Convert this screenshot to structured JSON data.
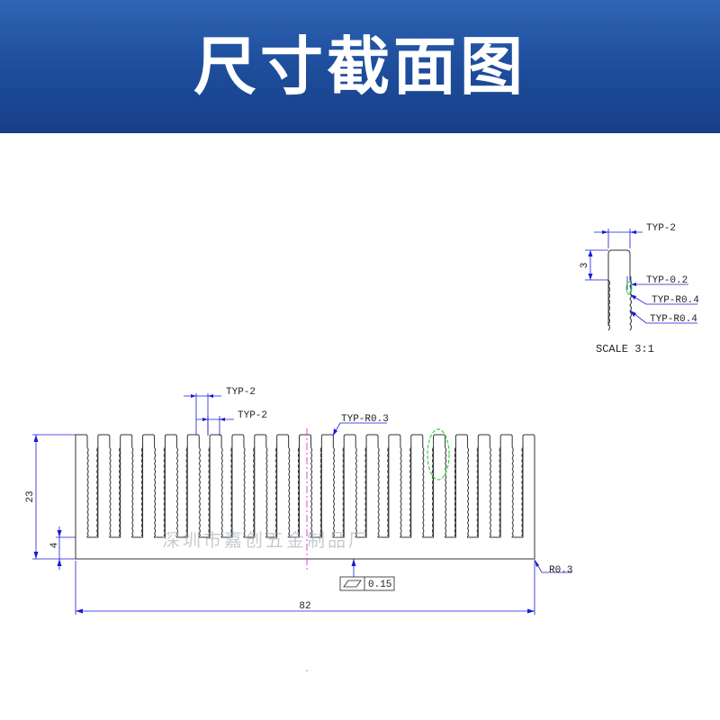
{
  "header": {
    "title": "尺寸截面图"
  },
  "main_profile": {
    "fin_count": 21,
    "labels": {
      "typ_fin_thickness": "TYP-2",
      "typ_fin_gap": "TYP-2",
      "typ_fin_tip_radius": "TYP-R0.3",
      "base_corner_radius": "R0.3",
      "overall_height": "23",
      "base_thickness": "4",
      "overall_width": "82",
      "flatness_tolerance": "0.15"
    }
  },
  "detail_view": {
    "labels": {
      "fin_width": "TYP-2",
      "tip_height": "3",
      "serration_depth": "TYP-0.2",
      "serration_radius_1": "TYP-R0.4",
      "serration_radius_2": "TYP-R0.4"
    },
    "scale": "SCALE 3:1"
  },
  "watermark": "深圳市嘉创五金制品厂",
  "colors": {
    "banner_top": "#2f66b4",
    "banner_bottom": "#163f87",
    "dimension_line": "#1a1ad8",
    "profile_line": "#333333",
    "center_line": "#e040e0",
    "highlight": "#3ccf3c"
  }
}
